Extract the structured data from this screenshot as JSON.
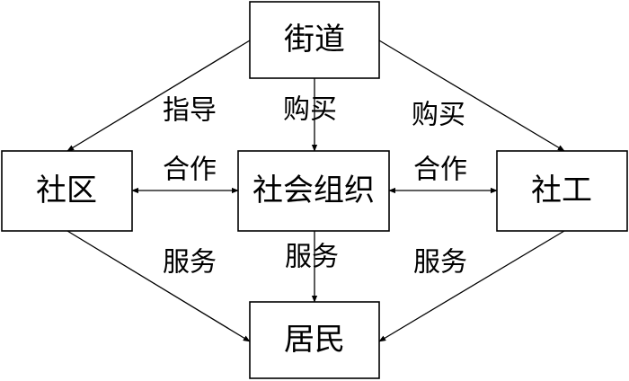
{
  "nodes": {
    "street": "街道",
    "community": "社区",
    "social_org": "社会组织",
    "social_worker": "社工",
    "residents": "居民"
  },
  "edge_labels": {
    "street_to_community": "指导",
    "street_to_social_org": "购买",
    "street_to_social_worker": "购买",
    "community_social_org": "合作",
    "social_org_social_worker": "合作",
    "community_to_residents": "服务",
    "social_org_to_residents": "服务",
    "social_worker_to_residents": "服务"
  }
}
